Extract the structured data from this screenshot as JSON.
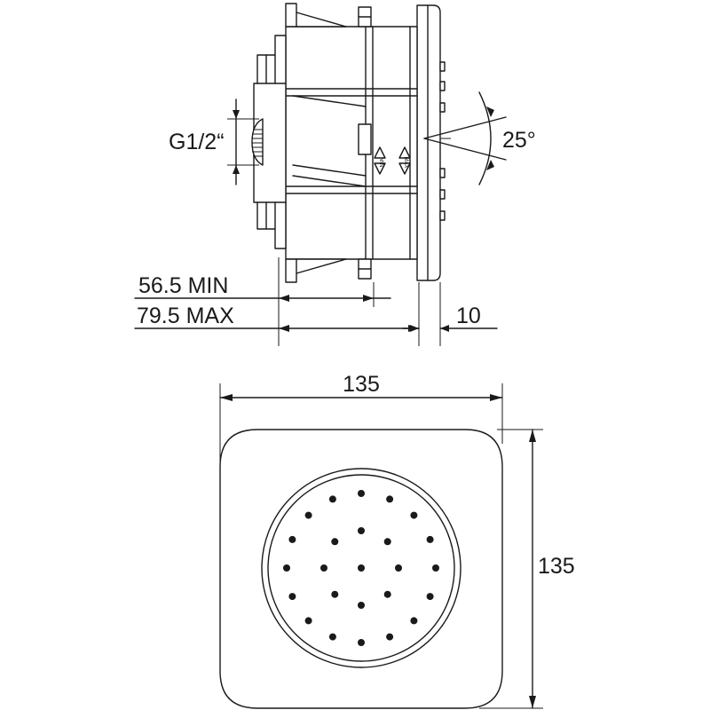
{
  "labels": {
    "thread": "G1/2“",
    "angle": "25°",
    "min_depth": "56.5 MIN",
    "max_depth": "79.5 MAX",
    "plate_thickness": "10",
    "width": "135",
    "height": "135",
    "mark_min": "MIN",
    "mark_max": "MAX"
  },
  "nozzles": {
    "rings": [
      {
        "count": 1,
        "radius": 0
      },
      {
        "count": 8,
        "radius": 42
      },
      {
        "count": 16,
        "radius": 84
      }
    ]
  },
  "colors": {
    "line": "#1a1a1a",
    "background": "#ffffff"
  }
}
